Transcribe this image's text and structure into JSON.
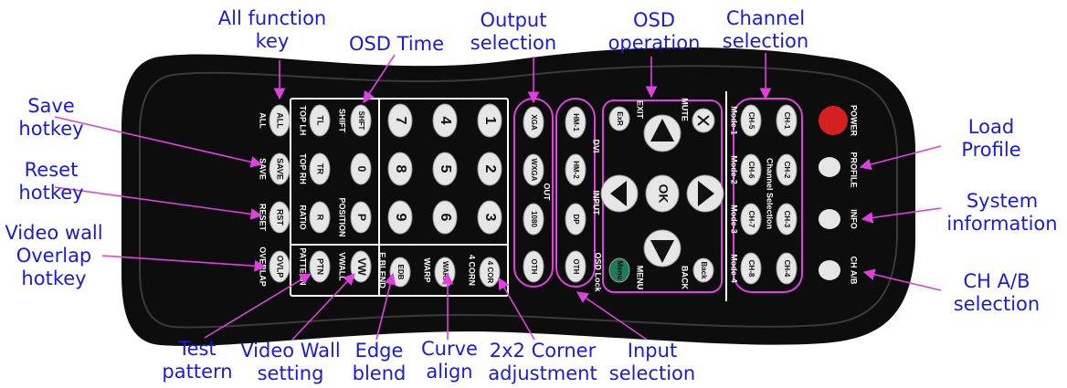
{
  "callouts": {
    "all_function_key": [
      "All function",
      "key"
    ],
    "osd_time": "OSD Time",
    "output_selection": [
      "Output",
      "selection"
    ],
    "osd_operation": [
      "OSD",
      "operation"
    ],
    "channel_selection": [
      "Channel",
      "selection"
    ],
    "save_hotkey": [
      "Save",
      "hotkey"
    ],
    "reset_hotkey": [
      "Reset",
      "hotkey"
    ],
    "video_wall_overlap_hotkey": [
      "Video wall",
      "Overlap",
      "hotkey"
    ],
    "load_profile": [
      "Load",
      "Profile"
    ],
    "system_information": [
      "System",
      "information"
    ],
    "ch_ab_selection": [
      "CH A/B",
      "selection"
    ],
    "test_pattern": [
      "Test",
      "pattern"
    ],
    "video_wall_setting": [
      "Video Wall",
      "setting"
    ],
    "edge_blend": [
      "Edge",
      "blend"
    ],
    "curve_align": [
      "Curve",
      "align"
    ],
    "corner_adjustment": [
      "2x2 Corner",
      "adjustment"
    ],
    "input_selection": [
      "Input",
      "selection"
    ]
  },
  "remote": {
    "left_keys": [
      "ALL",
      "SAVE",
      "RST",
      "OVLP"
    ],
    "left_labels": [
      "ALL",
      "SAVE",
      "RESET",
      "OVERLAP"
    ],
    "col2_keys": [
      "TL",
      "TR",
      "R",
      "PTN"
    ],
    "col2_labels": [
      "TOP LH",
      "TOP RH",
      "RATIO",
      "PATTERN"
    ],
    "col3_keys": [
      "SHFT",
      "0",
      "P",
      "VW"
    ],
    "col3_labels": [
      "SHIFT",
      "",
      "POSITION",
      "VWALL"
    ],
    "digits_row1": [
      "7",
      "4",
      "1"
    ],
    "digits_row2": [
      "8",
      "5",
      "2"
    ],
    "digits_row3": [
      "9",
      "6",
      "3"
    ],
    "function_keys": [
      "EDB",
      "WARP",
      "4 COR"
    ],
    "function_labels": [
      "E.BLEND",
      "WARP",
      "4 CORN"
    ],
    "out_keys": [
      "XGA",
      "WXGA",
      "1080",
      "OTH"
    ],
    "out_label": "OUT",
    "in_keys": [
      "HM-1",
      "HM-2",
      "DP",
      "OTH"
    ],
    "in_labels": [
      "DVI",
      "INPUT",
      "OSD Lock"
    ],
    "osd_keys": {
      "exit": "EXIT",
      "exit_key": "ExR",
      "mute": "MUTE",
      "ok": "OK",
      "menu": "MENU",
      "menu_key": "Menu",
      "back": "BACK",
      "back_key": "Back"
    },
    "ch_keys_left": [
      "CH-5",
      "CH-6",
      "CH-7",
      "CH-8"
    ],
    "ch_keys_right": [
      "CH-1",
      "CH-2",
      "CH-3",
      "CH-4"
    ],
    "mode_labels": [
      "Mode-1",
      "Mode-2",
      "Mode-3",
      "Mode-4"
    ],
    "channel_label": "Channel Selection",
    "power_labels": [
      "POWER",
      "PROFILE",
      "INFO",
      "CH A/B"
    ],
    "colors": {
      "body": "#0d0d0d",
      "button": "#e6e6e6",
      "power": "#d42020",
      "menu": "#1f7a5a",
      "callout": "#1a1adc",
      "leader": "#e040e0"
    }
  }
}
